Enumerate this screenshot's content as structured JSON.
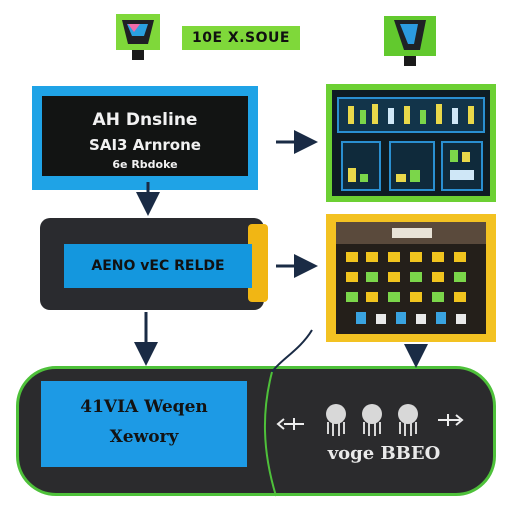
{
  "header": {
    "title": "10E X.SOUE",
    "logo_left_icon": "green-monitor-logo-icon",
    "logo_right_icon": "green-blue-logo-icon"
  },
  "node_a": {
    "line1": "AH Dnsline",
    "line2": "SAI3 Arnrone",
    "line3": "6e Rbdoke"
  },
  "node_b": {
    "label": "AENO vEC RELDE"
  },
  "bottom": {
    "blue_line1": "41VIA Weqen",
    "blue_line2": "Xewory",
    "label": "voge BBEO",
    "icons": [
      "arrow-icon",
      "figure-icon",
      "figure-icon",
      "figure-icon",
      "arrow-icon"
    ]
  },
  "colors": {
    "blue": "#1fa3e6",
    "green": "#6cd033",
    "yellow": "#f1b614",
    "dark": "#2a2b2f",
    "arrow": "#1a2b45"
  }
}
